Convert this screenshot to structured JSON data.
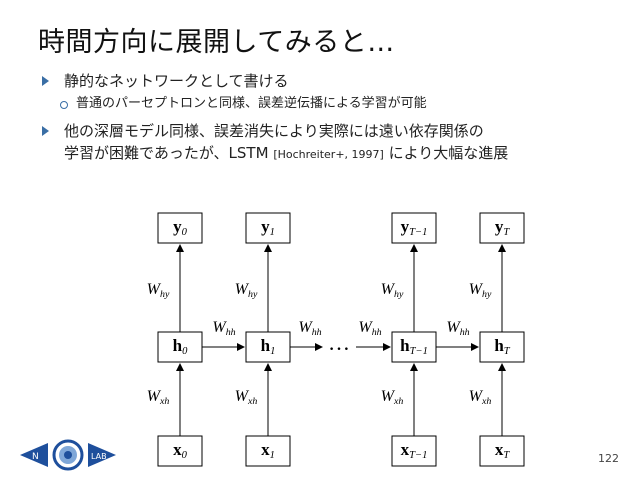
{
  "slide": {
    "title": "時間方向に展開してみると…",
    "bullets": [
      {
        "text": "静的なネットワークとして書ける",
        "sub": [
          "普通のパーセプトロンと同様、誤差逆伝播による学習が可能"
        ]
      },
      {
        "text_line1": "他の深層モデル同様、誤差消失により実際には遠い依存関係の",
        "text_line2_a": "学習が困難であったが、LSTM ",
        "text_line2_ref": "[Hochreiter+, 1997]",
        "text_line2_b": " により大幅な進展"
      }
    ],
    "page_number": "122"
  },
  "diagram": {
    "columns": [
      {
        "y": {
          "base": "y",
          "sub": "0"
        },
        "h": {
          "base": "h",
          "sub": "0"
        },
        "x": {
          "base": "x",
          "sub": "0"
        }
      },
      {
        "y": {
          "base": "y",
          "sub": "1"
        },
        "h": {
          "base": "h",
          "sub": "1"
        },
        "x": {
          "base": "x",
          "sub": "1"
        }
      },
      {
        "y": {
          "base": "y",
          "sub": "T−1"
        },
        "h": {
          "base": "h",
          "sub": "T−1"
        },
        "x": {
          "base": "x",
          "sub": "T−1"
        }
      },
      {
        "y": {
          "base": "y",
          "sub": "T"
        },
        "h": {
          "base": "h",
          "sub": "T"
        },
        "x": {
          "base": "x",
          "sub": "T"
        }
      }
    ],
    "weights": {
      "hy": {
        "base": "W",
        "sub": "hy"
      },
      "hh": {
        "base": "W",
        "sub": "hh"
      },
      "xh": {
        "base": "W",
        "sub": "xh"
      }
    },
    "ellipsis": "…"
  },
  "logo": {
    "left_text": "N",
    "right_text": "LAB"
  },
  "colors": {
    "bullet": "#3a6ea5",
    "logo_blue": "#1e4f9c"
  }
}
